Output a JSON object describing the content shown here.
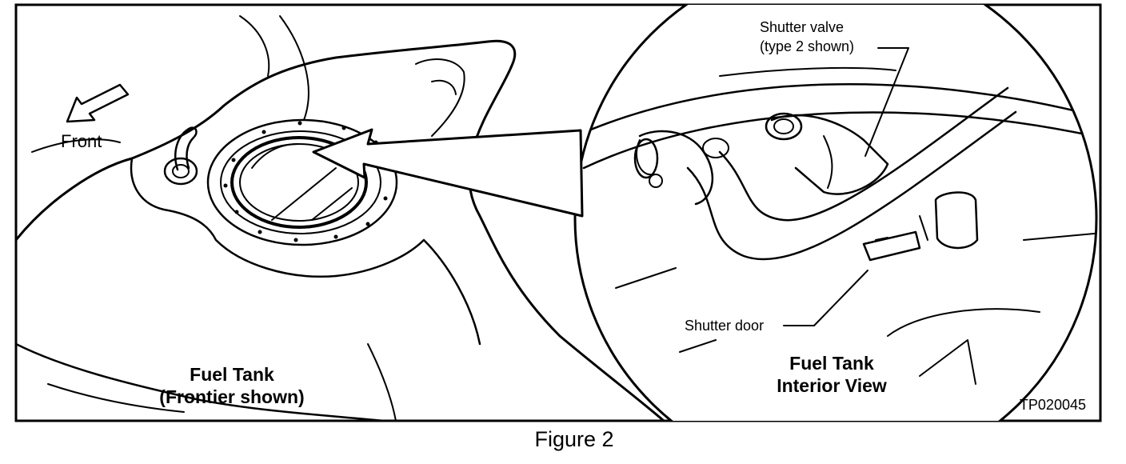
{
  "figure": {
    "caption": "Figure 2",
    "code": "TP020045",
    "front_label": "Front",
    "tank": {
      "line1": "Fuel Tank",
      "line2": "(Frontier shown)"
    },
    "interior": {
      "line1": "Fuel Tank",
      "line2": "Interior View"
    },
    "shutter_valve": {
      "line1": "Shutter valve",
      "line2": "(type 2 shown)"
    },
    "shutter_door": "Shutter door"
  },
  "colors": {
    "ink": "#000000",
    "paper": "#ffffff"
  }
}
